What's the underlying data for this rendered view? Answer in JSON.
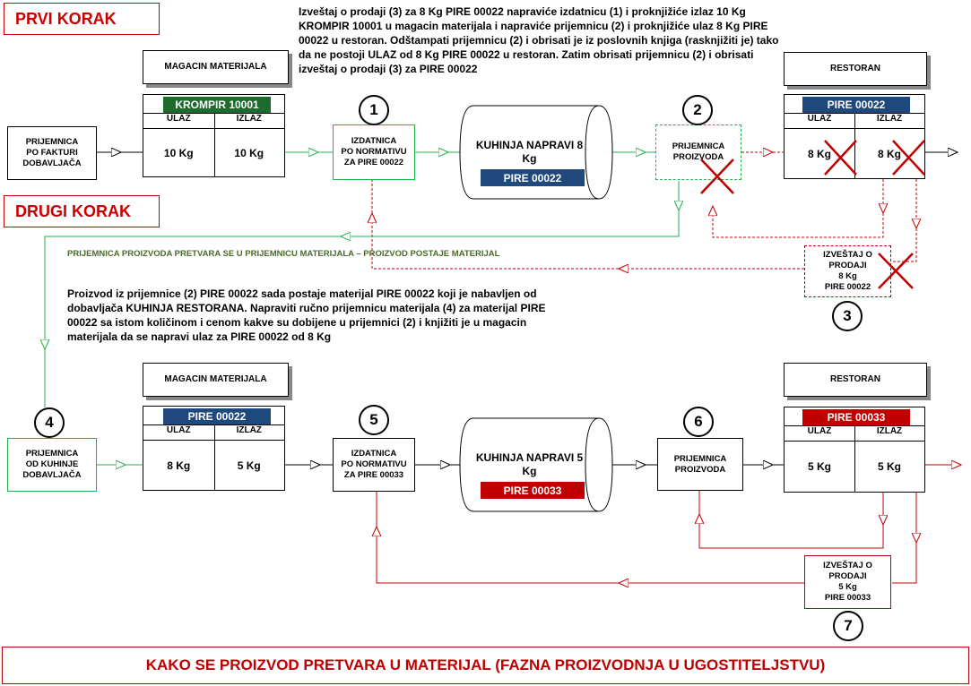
{
  "colors": {
    "accent_red": "#c00000",
    "tag_blue": "#1f497d",
    "tag_green": "#1e6b2e",
    "tag_red": "#c00000",
    "line_green": "#21b24b"
  },
  "steps": {
    "first": "PRVI KORAK",
    "second": "DRUGI KORAK"
  },
  "top_text": "Izveštaj o prodaji (3) za 8 Kg PIRE 00022 napraviće izdatnicu (1) i proknjižiće izlaz 10 Kg KROMPIR 10001 u magacin materijala i napraviće prijemnicu (2) i proknjižiće ulaz 8 Kg PIRE 00022 u restoran. Odštampati prijemnicu (2) i obrisati je iz poslovnih knjiga (rasknjižiti je) tako da ne postoji ULAZ od 8 Kg PIRE 00022 u restoran. Zatim obrisati prijemnicu (2) i obrisati izveštaj o prodaji (3) za PIRE 00022",
  "mid_text": "Proizvod iz prijemnice (2) PIRE 00022 sada postaje materijal PIRE 00022 koji je nabavljen od dobavljača KUHINJA RESTORANA. Napraviti ručno prijemnicu materijala (4) za materijal PIRE 00022 sa istom količinom i cenom kakve su dobijene u prijemnici (2) i knjižiti je u magacin materijala da se napravi ulaz za PIRE 00022 od 8 Kg",
  "green_label": "PRIJEMNICA PROIZVODA PRETVARA SE U PRIJEMNICU MATERIJALA – PROIZVOD POSTAJE MATERIJAL",
  "footer": "KAKO SE PROIZVOD PRETVARA U MATERIJAL (FAZNA PROIZVODNJA U UGOSTITELJSTVU)",
  "row1": {
    "source": "PRIJEMNICA\nPO FAKTURI\nDOBAVLJAČA",
    "warehouse_title": "MAGACIN MATERIJALA",
    "warehouse": {
      "tag": "KROMPIR 10001",
      "in_label": "ULAZ",
      "out_label": "IZLAZ",
      "in_val": "10 Kg",
      "out_val": "10 Kg"
    },
    "issue": "IZDATNICA\nPO NORMATIVU\nZA PIRE 00022",
    "kitchen": {
      "label": "KUHINJA NAPRAVI\n8 Kg",
      "tag": "PIRE 00022"
    },
    "receipt": "PRIJEMNICA\nPROIZVODA",
    "restaurant_title": "RESTORAN",
    "restaurant": {
      "tag": "PIRE 00022",
      "in_label": "ULAZ",
      "out_label": "IZLAZ",
      "in_val": "8 Kg",
      "out_val": "8 Kg"
    },
    "report": "IZVEŠTAJ O\nPRODAJI\n8 Kg\nPIRE 00022"
  },
  "row2": {
    "source": "PRIJEMNICA\nOD KUHINJE\nDOBAVLJAČA",
    "warehouse_title": "MAGACIN MATERIJALA",
    "warehouse": {
      "tag": "PIRE 00022",
      "in_label": "ULAZ",
      "out_label": "IZLAZ",
      "in_val": "8 Kg",
      "out_val": "5 Kg"
    },
    "issue": "IZDATNICA\nPO NORMATIVU\nZA PIRE 00033",
    "kitchen": {
      "label": "KUHINJA NAPRAVI\n5 Kg",
      "tag": "PIRE 00033"
    },
    "receipt": "PRIJEMNICA\nPROIZVODA",
    "restaurant_title": "RESTORAN",
    "restaurant": {
      "tag": "PIRE 00033",
      "in_label": "ULAZ",
      "out_label": "IZLAZ",
      "in_val": "5 Kg",
      "out_val": "5 Kg"
    },
    "report": "IZVEŠTAJ O\nPRODAJI\n5 Kg\nPIRE 00033"
  },
  "circles": [
    "1",
    "2",
    "3",
    "4",
    "5",
    "6",
    "7"
  ]
}
